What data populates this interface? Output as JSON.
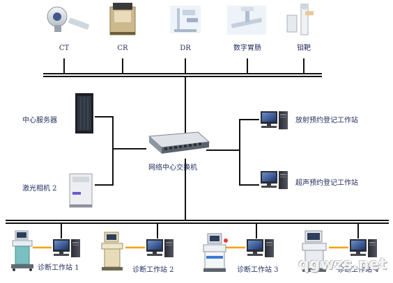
{
  "devices": {
    "ct": "CT",
    "cr": "CR",
    "dr": "DR",
    "gi": "数字胃肠",
    "mammo": "钼靶"
  },
  "servers": {
    "central_server": "中心服务器",
    "laser_camera": "激光相机 2"
  },
  "core": {
    "switch": "网络中心交换机"
  },
  "registration": {
    "radiology": "放射预约登记工作站",
    "ultrasound": "超声预约登记工作站"
  },
  "workstations": [
    "诊断工作站 1",
    "诊断工作站 2",
    "诊断工作站 3",
    "诊断工作站 4"
  ],
  "watermark": "qgwzs.net",
  "colors": {
    "line": "#111111",
    "accent_orange": "#f4a20c",
    "label": "#1f2a5a"
  }
}
